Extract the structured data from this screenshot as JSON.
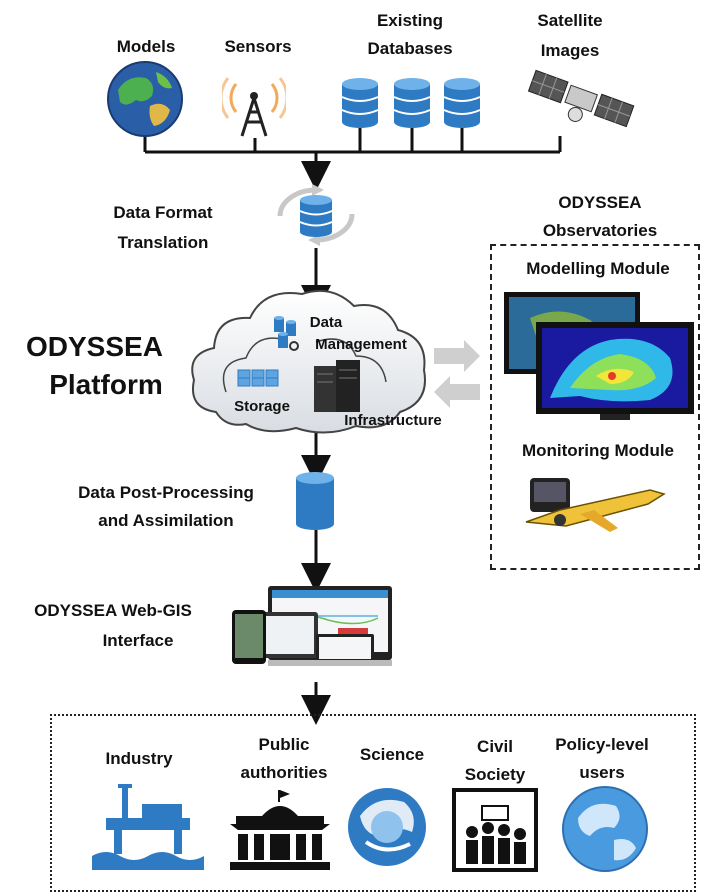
{
  "sources": {
    "models": "Models",
    "sensors": "Sensors",
    "databases_line1": "Existing",
    "databases_line2": "Databases",
    "satellite_line1": "Satellite",
    "satellite_line2": "Images"
  },
  "translation": {
    "line1": "Data Format",
    "line2": "Translation"
  },
  "platform": {
    "title_line1": "ODYSSEA",
    "title_line2": "Platform",
    "data_mgmt_line1": "Data",
    "data_mgmt_line2": "Management",
    "storage": "Storage",
    "infrastructure": "Infrastructure"
  },
  "observatories": {
    "title_line1": "ODYSSEA",
    "title_line2": "Observatories",
    "modelling": "Modelling Module",
    "monitoring": "Monitoring Module"
  },
  "postprocessing": {
    "line1": "Data Post-Processing",
    "line2": "and Assimilation"
  },
  "webgis": {
    "line1": "ODYSSEA Web-GIS",
    "line2": "Interface"
  },
  "users": {
    "industry": "Industry",
    "public_line1": "Public",
    "public_line2": "authorities",
    "science": "Science",
    "civil_line1": "Civil",
    "civil_line2": "Society",
    "policy_line1": "Policy-level",
    "policy_line2": "users"
  },
  "colors": {
    "accent_blue": "#2e7bc4",
    "line": "#111111"
  }
}
